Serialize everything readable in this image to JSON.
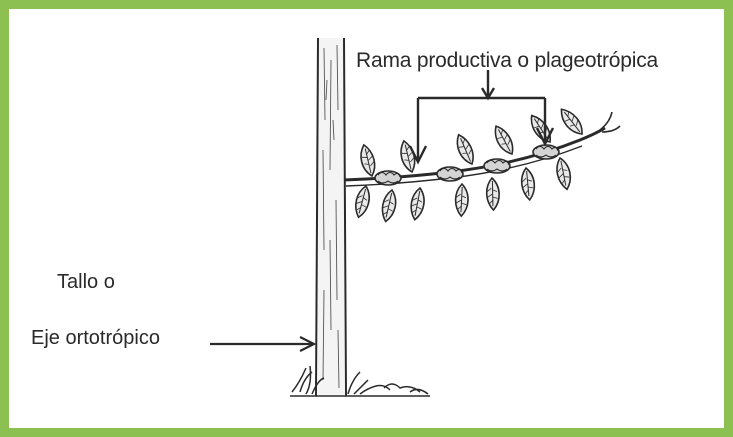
{
  "labels": {
    "rama": "Rama productiva o plageotrópica",
    "tallo": "Tallo   o",
    "eje": "Eje ortotrópico"
  },
  "colors": {
    "frame": "#8cc152",
    "ink": "#2a2a2a",
    "background": "#ffffff"
  }
}
